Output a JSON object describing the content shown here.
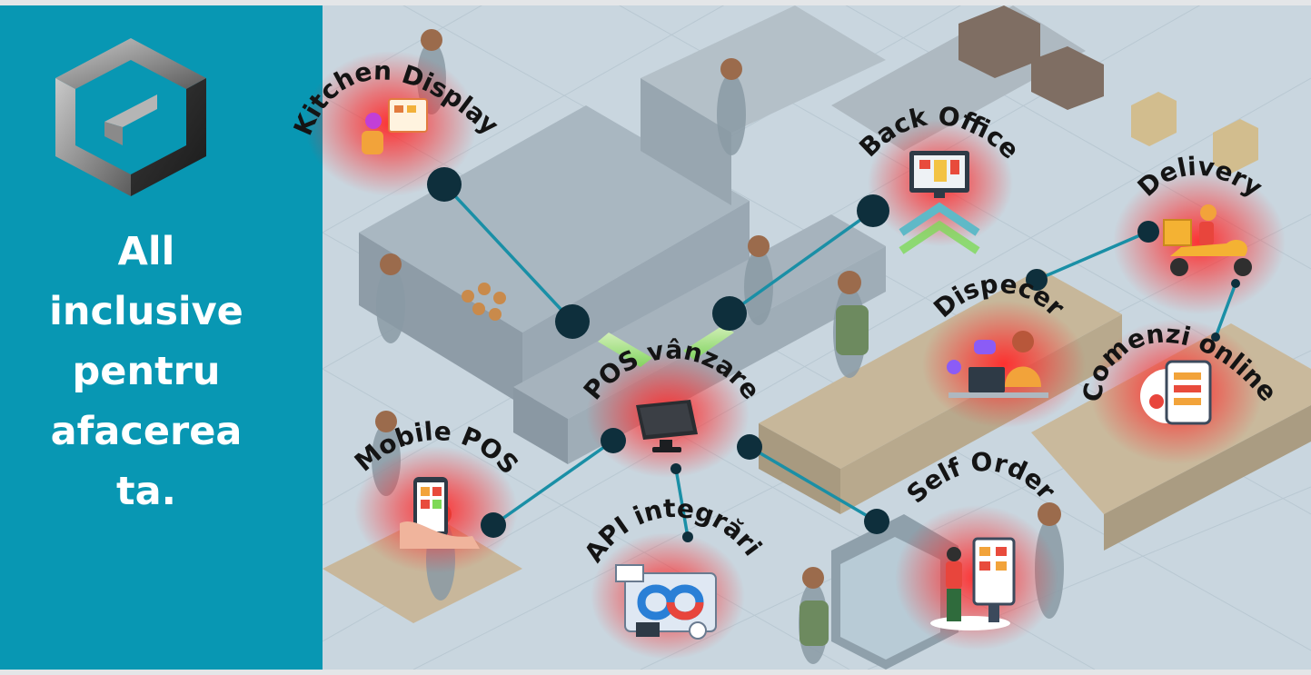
{
  "headline": [
    "All",
    "inclusive",
    "pentru",
    "afacerea",
    "ta."
  ],
  "modules": [
    {
      "id": "kitchen-display",
      "label": "Kitchen Display",
      "icon": "kitchen-display-icon"
    },
    {
      "id": "back-office",
      "label": "Back Office",
      "icon": "monitor-icon"
    },
    {
      "id": "delivery",
      "label": "Delivery",
      "icon": "scooter-icon"
    },
    {
      "id": "dispecer",
      "label": "Dispecer",
      "icon": "dispatcher-icon"
    },
    {
      "id": "comenzi-online",
      "label": "Comenzi online",
      "icon": "online-order-icon"
    },
    {
      "id": "pos-vanzare",
      "label": "POS vânzare",
      "icon": "pos-terminal-icon"
    },
    {
      "id": "mobile-pos",
      "label": "Mobile POS",
      "icon": "smartphone-icon"
    },
    {
      "id": "self-order",
      "label": "Self Order",
      "icon": "kiosk-icon"
    },
    {
      "id": "api-integrari",
      "label": "API integrări",
      "icon": "infinity-icon"
    }
  ],
  "colors": {
    "sidebar": "#0897b3",
    "connector": "#1a8fa6",
    "node": "#0e2f3c",
    "glow": "#ff2a2a",
    "chevron": "#7ed957"
  }
}
